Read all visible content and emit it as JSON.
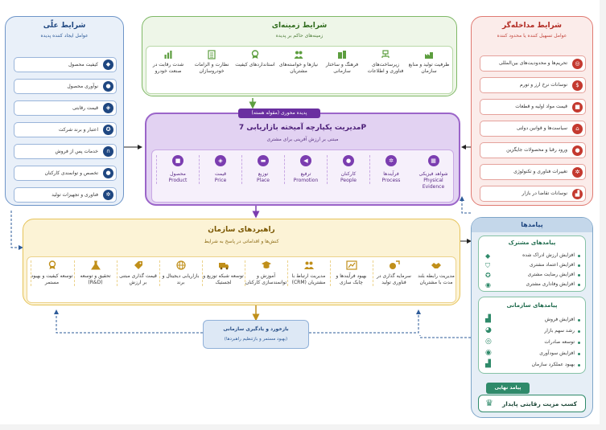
{
  "background": {
    "title": "شرایط زمینه‌ای",
    "subtitle": "زمینه‌های حاکم بر پدیده",
    "color": "#5d9e3f",
    "items": [
      {
        "label": "ظرفیت تولید و منابع سازمان",
        "icon": "factory-icon"
      },
      {
        "label": "زیرساخت‌های فناوری و اطلاعات",
        "icon": "network-icon"
      },
      {
        "label": "فرهنگ و ساختار سازمانی",
        "icon": "buildings-icon"
      },
      {
        "label": "نیازها و خواسته‌های مشتریان",
        "icon": "people-icon"
      },
      {
        "label": "استانداردهای کیفیت",
        "icon": "award-icon"
      },
      {
        "label": "نظارت و الزامات خودروسازان",
        "icon": "checklist-icon"
      },
      {
        "label": "شدت رقابت در صنعت خودرو",
        "icon": "bar-chart-icon"
      }
    ]
  },
  "causal": {
    "title": "شرایط علّی",
    "subtitle": "عوامل ایجاد کننده پدیده",
    "color": "#2e5b99",
    "items": [
      {
        "label": "کیفیت محصول",
        "icon": "diamond-icon"
      },
      {
        "label": "نوآوری محصول",
        "icon": "lightbulb-icon"
      },
      {
        "label": "قیمت رقابتی",
        "icon": "price-tag-icon"
      },
      {
        "label": "اعتبار و برند شرکت",
        "icon": "award-icon"
      },
      {
        "label": "خدمات پس از فروش",
        "icon": "headset-icon"
      },
      {
        "label": "تخصص و توانمندی کارکنان",
        "icon": "team-icon"
      },
      {
        "label": "فناوری و تجهیزات تولید",
        "icon": "gear-icon"
      }
    ]
  },
  "intervening": {
    "title": "شرایط مداخله‌گر",
    "subtitle": "عوامل تسهیل کننده یا محدود کننده",
    "color": "#d0443b",
    "items": [
      {
        "label": "تحریم‌ها و محدودیت‌های بین‌المللی",
        "icon": "globe-icon"
      },
      {
        "label": "نوسانات نرخ ارز و تورم",
        "icon": "dollar-icon"
      },
      {
        "label": "قیمت مواد اولیه و قطعات",
        "icon": "parts-icon"
      },
      {
        "label": "سیاست‌ها و قوانین دولتی",
        "icon": "government-icon"
      },
      {
        "label": "ورود رقبا و محصولات جایگزین",
        "icon": "competitors-icon"
      },
      {
        "label": "تغییرات فناوری و تکنولوژی",
        "icon": "tech-icon"
      },
      {
        "label": "نوسانات تقاضا در بازار",
        "icon": "demand-chart-icon"
      }
    ]
  },
  "core": {
    "badge": "پدیده محوری (مقوله هسته)",
    "title": "مدیریت یکپارچه آمیخته بازاریابی 7P",
    "subtitle": "مبتنی بر ارزش آفرینی برای مشتری",
    "color": "#7b3db0",
    "items": [
      {
        "fa": "شواهد فیزیکی",
        "en": "Physical Evidence",
        "icon": "building-icon"
      },
      {
        "fa": "فرآیندها",
        "en": "Process",
        "icon": "gear-icon"
      },
      {
        "fa": "کارکنان",
        "en": "People",
        "icon": "person-icon"
      },
      {
        "fa": "ترفیع",
        "en": "Promotion",
        "icon": "megaphone-icon"
      },
      {
        "fa": "توزیع",
        "en": "Place",
        "icon": "truck-icon"
      },
      {
        "fa": "قیمت",
        "en": "Price",
        "icon": "price-tag-icon"
      },
      {
        "fa": "محصول",
        "en": "Product",
        "icon": "box-icon"
      }
    ]
  },
  "strategies": {
    "title": "راهبردهای سازمان",
    "subtitle": "کنش‌ها و اقداماتی در پاسخ به شرایط",
    "color": "#c08f1a",
    "items": [
      {
        "label": "مدیریت رابطه بلند مدت با مشتریان",
        "icon": "handshake-icon"
      },
      {
        "label": "سرمایه گذاری در فناوری تولید",
        "icon": "investment-icon"
      },
      {
        "label": "بهبود فرآیندها و چابک سازی",
        "icon": "process-chart-icon"
      },
      {
        "label": "مدیریت ارتباط با مشتریان (CRM)",
        "icon": "people-icon"
      },
      {
        "label": "آموزش و توانمندسازی کارکنان",
        "icon": "graduation-icon"
      },
      {
        "label": "توسعه شبکه توزیع و لجستیک",
        "icon": "truck-icon"
      },
      {
        "label": "بازاریابی دیجیتال و برند",
        "icon": "globe-icon"
      },
      {
        "label": "قیمت گذاری مبتنی بر ارزش",
        "icon": "price-tag-icon"
      },
      {
        "label": "تحقیق و توسعه (R&D)",
        "icon": "flask-icon"
      },
      {
        "label": "توسعه کیفیت و بهبود مستمر",
        "icon": "award-icon"
      }
    ]
  },
  "feedback": {
    "title": "بازخورد و یادگیری سازمانی",
    "subtitle": "(بهبود مستمر و بازتنظیم راهبردها)"
  },
  "outcomes": {
    "header": "پیامدها",
    "color": "#2f8a6a",
    "shared": {
      "title": "پیامدهای مشترک",
      "items": [
        {
          "label": "افزایش ارزش ادراک شده",
          "icon": "diamond-icon"
        },
        {
          "label": "افزایش اعتماد مشتری",
          "icon": "shield-icon"
        },
        {
          "label": "افزایش رضایت مشتری",
          "icon": "award-icon"
        },
        {
          "label": "افزایش وفاداری مشتری",
          "icon": "handshake-icon"
        }
      ]
    },
    "org": {
      "title": "پیامدهای سازمانی",
      "items": [
        {
          "label": "افزایش فروش",
          "icon": "bar-chart-icon"
        },
        {
          "label": "رشد سهم بازار",
          "icon": "pie-chart-icon"
        },
        {
          "label": "توسعه صادرات",
          "icon": "globe-icon"
        },
        {
          "label": "افزایش سودآوری",
          "icon": "coins-icon"
        },
        {
          "label": "بهبود عملکرد سازمان",
          "icon": "growth-chart-icon"
        }
      ]
    },
    "final": {
      "badge": "پیامد نهایی",
      "title": "کسب مزیت رقابتی پایدار",
      "icon": "trophy-icon"
    }
  }
}
